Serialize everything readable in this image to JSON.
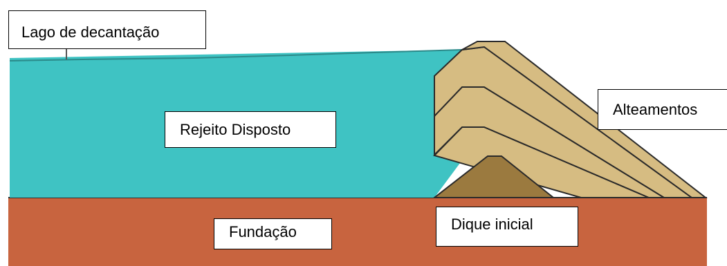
{
  "labels": {
    "lago": "Lago de decantação",
    "rejeito": "Rejeito Disposto",
    "alteamentos": "Alteamentos",
    "fundacao": "Fundação",
    "dique": "Dique inicial"
  },
  "colors": {
    "water": "#3fc3c3",
    "foundation": "#c8643f",
    "raise": "#d6bc82",
    "starter_dike": "#9b7a3f",
    "outline": "#2a2a2a"
  }
}
